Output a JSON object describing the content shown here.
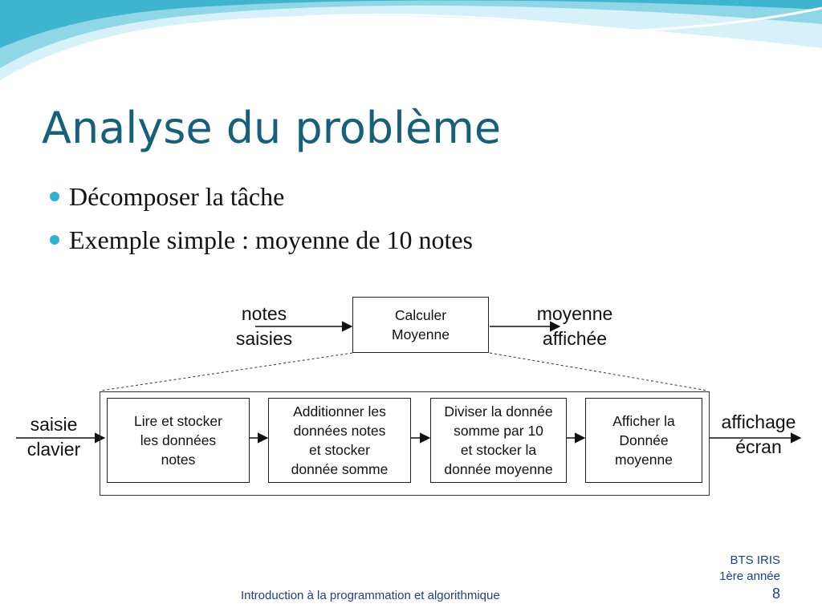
{
  "slide": {
    "title": "Analyse du problème",
    "bullets": [
      "Décomposer la tâche",
      "Exemple simple : moyenne de 10 notes"
    ]
  },
  "top_diagram": {
    "input_label": "notes\nsaisies",
    "process_label": "Calculer\nMoyenne",
    "output_label": "moyenne\naffichée"
  },
  "detail_diagram": {
    "input_label": "saisie\nclavier",
    "steps": [
      "Lire et stocker\nles données\nnotes",
      "Additionner les\ndonnées notes\net stocker\ndonnée somme",
      "Diviser la donnée\nsomme par 10\net stocker la\ndonnée moyenne",
      "Afficher la\nDonnée\nmoyenne"
    ],
    "output_label": "affichage\nécran"
  },
  "footer": {
    "course": "Introduction à la programmation et algorithmique",
    "class_line1": "BTS IRIS",
    "class_line2": "1ère année",
    "page_number": "8"
  },
  "colors": {
    "title": "#17607a",
    "bullet": "#2fb3cf",
    "footer_text": "#1f3f8a",
    "wave_light": "#d6f1f7",
    "wave_mid": "#8fd6e6",
    "wave_dark": "#3fb4cf"
  }
}
